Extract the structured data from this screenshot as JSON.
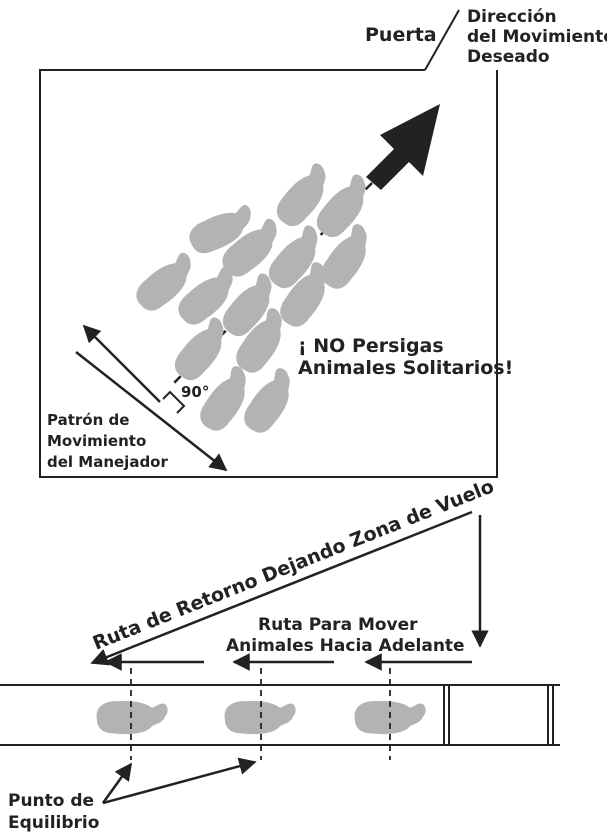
{
  "labels": {
    "gate": "Puerta",
    "direction_line1": "Dirección",
    "direction_line2": "del Movimiento",
    "direction_line3": "Deseado",
    "no_chase_line1": "¡ NO Persigas",
    "no_chase_line2": "Animales Solitarios!",
    "angle": "90°",
    "handler_line1": "Patrón de",
    "handler_line2": "Movimiento",
    "handler_line3": "del Manejador",
    "return_route": "Ruta de Retorno Dejando Zona de Vuelo",
    "forward_line1": "Ruta Para Mover",
    "forward_line2": "Animales Hacia Adelante",
    "balance_line1": "Punto de",
    "balance_line2": "Equilibrio"
  },
  "colors": {
    "ink": "#222222",
    "animal": "#b3b3b3",
    "background": "#ffffff"
  }
}
